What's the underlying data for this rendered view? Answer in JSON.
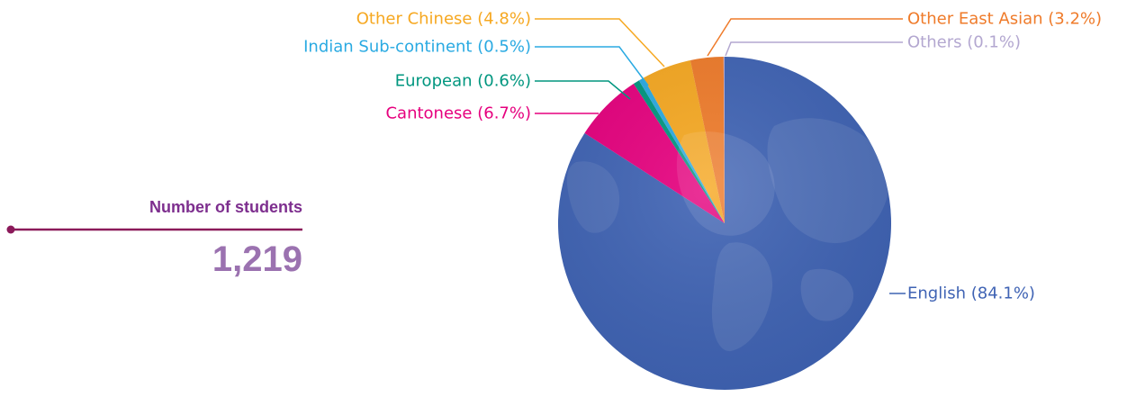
{
  "summary": {
    "title": "Number of students",
    "value": "1,219",
    "accent_color": "#8b1a5a"
  },
  "chart_data": {
    "type": "pie",
    "start": "top",
    "direction": "clockwise",
    "slices": [
      {
        "label": "English (84.1%)",
        "value": 84.1,
        "color": "#3f63b4"
      },
      {
        "label": "Cantonese (6.7%)",
        "value": 6.7,
        "color": "#e6007e"
      },
      {
        "label": "European (0.6%)",
        "value": 0.6,
        "color": "#00967f"
      },
      {
        "label": "Indian Sub-continent (0.5%)",
        "value": 0.5,
        "color": "#2aaae2"
      },
      {
        "label": "Other Chinese (4.8%)",
        "value": 4.8,
        "color": "#f6a821"
      },
      {
        "label": "Other East Asian (3.2%)",
        "value": 3.2,
        "color": "#ef7b2a"
      },
      {
        "label": "Others (0.1%)",
        "value": 0.1,
        "color": "#b3a7d0"
      }
    ]
  }
}
